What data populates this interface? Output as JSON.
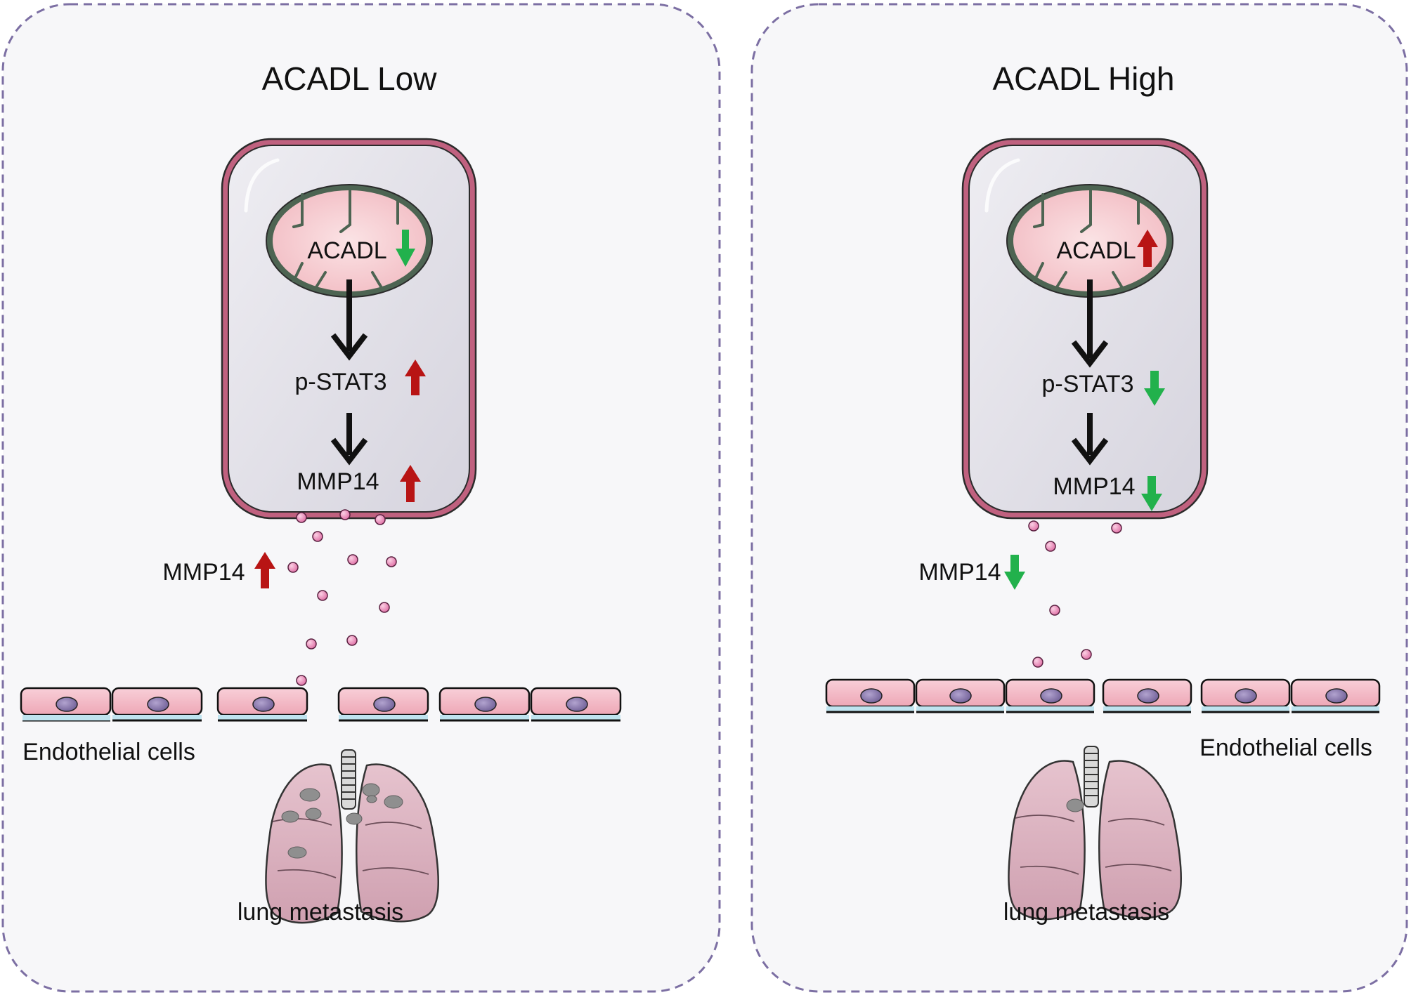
{
  "colors": {
    "up_arrow": "#b81414",
    "down_arrow": "#22b14c",
    "panel_border": "#7c6fa3",
    "panel_fill": "#f7f7f9",
    "cell_fill": "#dcdae3",
    "cell_membrane": "#c0617f",
    "mito_fill": "#f6cdd1",
    "mito_border": "#4d6452",
    "mmp14_particle": "#e98ab7",
    "endothelial_fill": "#f2b5c2",
    "nucleus": "#8673a9",
    "basement": "#bfe3ef",
    "lung_fill": "#ddb4c1",
    "lesion": "#8f8f8f"
  },
  "panels": [
    {
      "title": "ACADL Low",
      "cell": {
        "acadl": {
          "label": "ACADL",
          "direction": "down"
        },
        "pstat3": {
          "label": "p-STAT3",
          "direction": "up"
        },
        "mmp14": {
          "label": "MMP14",
          "direction": "up"
        }
      },
      "secreted": {
        "label": "MMP14",
        "direction": "up"
      },
      "endothelial_label": "Endothelial cells",
      "outcome_label": "lung metastasis",
      "icons": [
        "cell-icon",
        "mitochondrion-icon",
        "mmp14-particle-icon",
        "endothelial-cell-icon",
        "lung-icon",
        "metastasis-lesion-icon"
      ]
    },
    {
      "title": "ACADL High",
      "cell": {
        "acadl": {
          "label": "ACADL",
          "direction": "up"
        },
        "pstat3": {
          "label": "p-STAT3",
          "direction": "down"
        },
        "mmp14": {
          "label": "MMP14",
          "direction": "down"
        }
      },
      "secreted": {
        "label": "MMP14",
        "direction": "down"
      },
      "endothelial_label": "Endothelial cells",
      "outcome_label": "lung metastasis",
      "icons": [
        "cell-icon",
        "mitochondrion-icon",
        "mmp14-particle-icon",
        "endothelial-cell-icon",
        "lung-icon",
        "metastasis-lesion-icon"
      ]
    }
  ]
}
